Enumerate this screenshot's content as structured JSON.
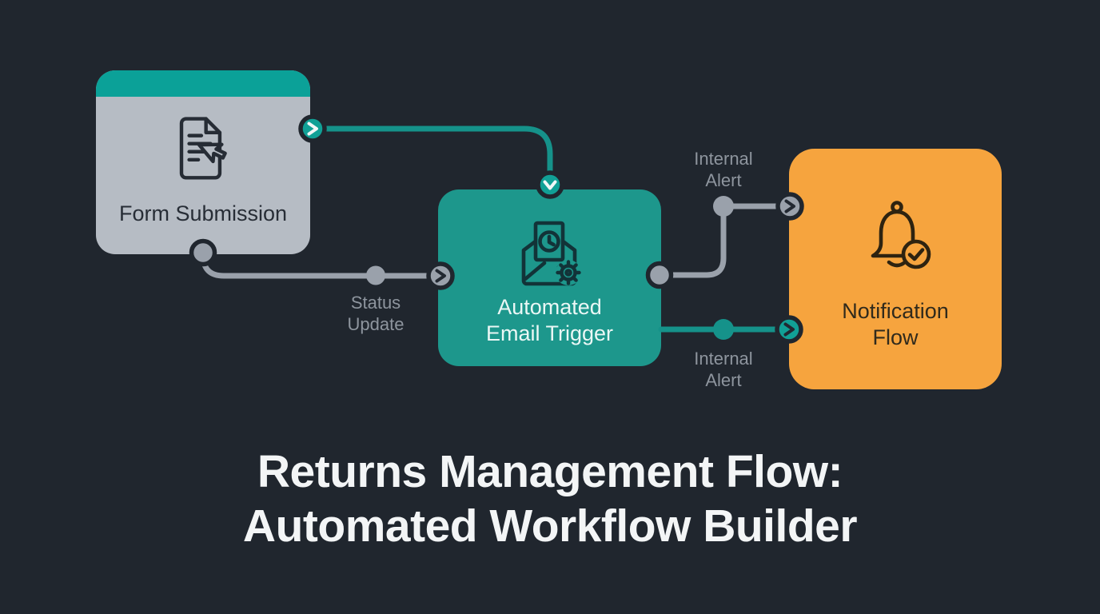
{
  "title": {
    "line1": "Returns Management Flow:",
    "line2": "Automated Workflow Builder"
  },
  "nodes": {
    "form_submission": {
      "label": "Form Submission",
      "icon": "document-with-cursor",
      "fill": "#b6bcc4",
      "header_color": "#0ba198"
    },
    "email_trigger": {
      "line1": "Automated",
      "line2": "Email Trigger",
      "icon": "email-clock-gear",
      "fill": "#1d978c"
    },
    "notification_flow": {
      "line1": "Notification",
      "line2": "Flow",
      "icon": "bell-check",
      "fill": "#f6a43e"
    }
  },
  "connector_labels": {
    "status_update": {
      "line1": "Status",
      "line2": "Update"
    },
    "internal_alert_top": {
      "line1": "Internal",
      "line2": "Alert"
    },
    "internal_alert_bottom": {
      "line1": "Internal",
      "line2": "Alert"
    }
  },
  "colors": {
    "background": "#20262e",
    "teal": "#15928a",
    "teal_port": "#11a096",
    "gray_connector": "#9aa1ab",
    "orange": "#f6a43e",
    "connector_label_text": "#8e959e",
    "title_text": "#f3f5f6"
  }
}
